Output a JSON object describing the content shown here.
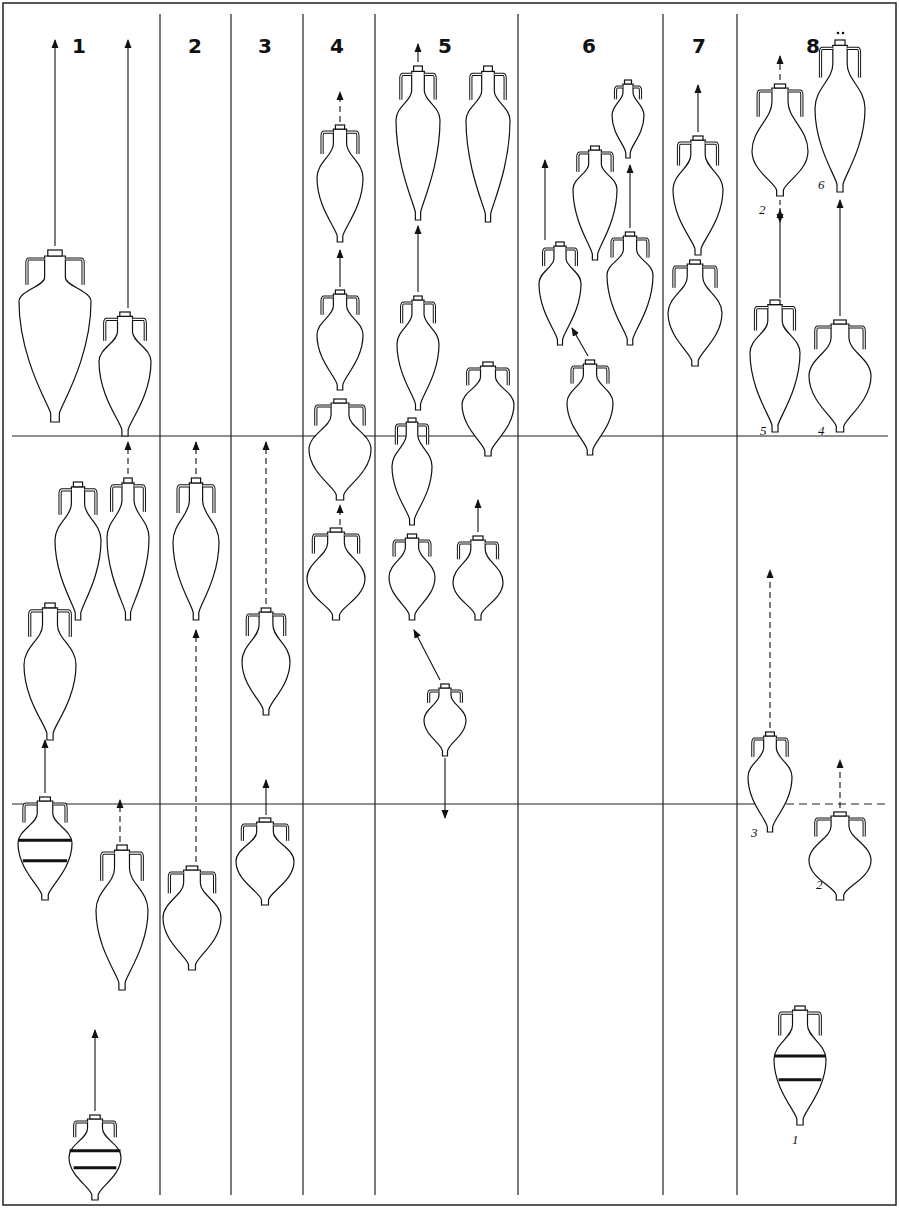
{
  "diagram": {
    "labels": [
      "1",
      "2",
      "3",
      "4",
      "5",
      "6",
      "7",
      "8",
      "2",
      "6",
      "5",
      "4",
      "3",
      "2",
      "1"
    ]
  }
}
